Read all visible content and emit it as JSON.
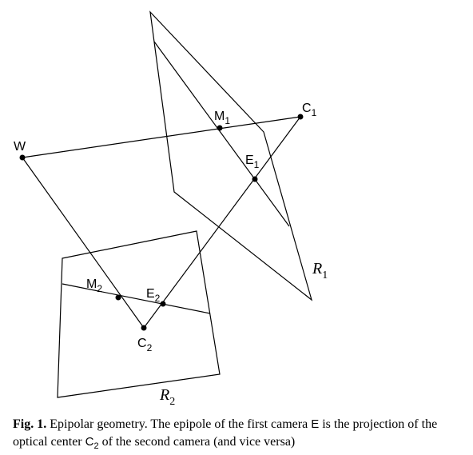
{
  "diagram": {
    "labels": {
      "W": "W",
      "M1": "M",
      "M1_sub": "1",
      "C1": "C",
      "C1_sub": "1",
      "E1": "E",
      "E1_sub": "1",
      "R1": "R",
      "R1_sub": "1",
      "M2": "M",
      "M2_sub": "2",
      "E2": "E",
      "E2_sub": "2",
      "C2": "C",
      "C2_sub": "2",
      "R2": "R",
      "R2_sub": "2"
    }
  },
  "caption": {
    "fig_label": "Fig. 1.",
    "text_part1": " Epipolar geometry. The epipole of the first camera ",
    "epipole_symbol": "E",
    "text_part2": " is the projection of the optical center ",
    "center_symbol": "C",
    "center_sub": "2",
    "text_part3": " of the second camera (and vice versa)"
  }
}
